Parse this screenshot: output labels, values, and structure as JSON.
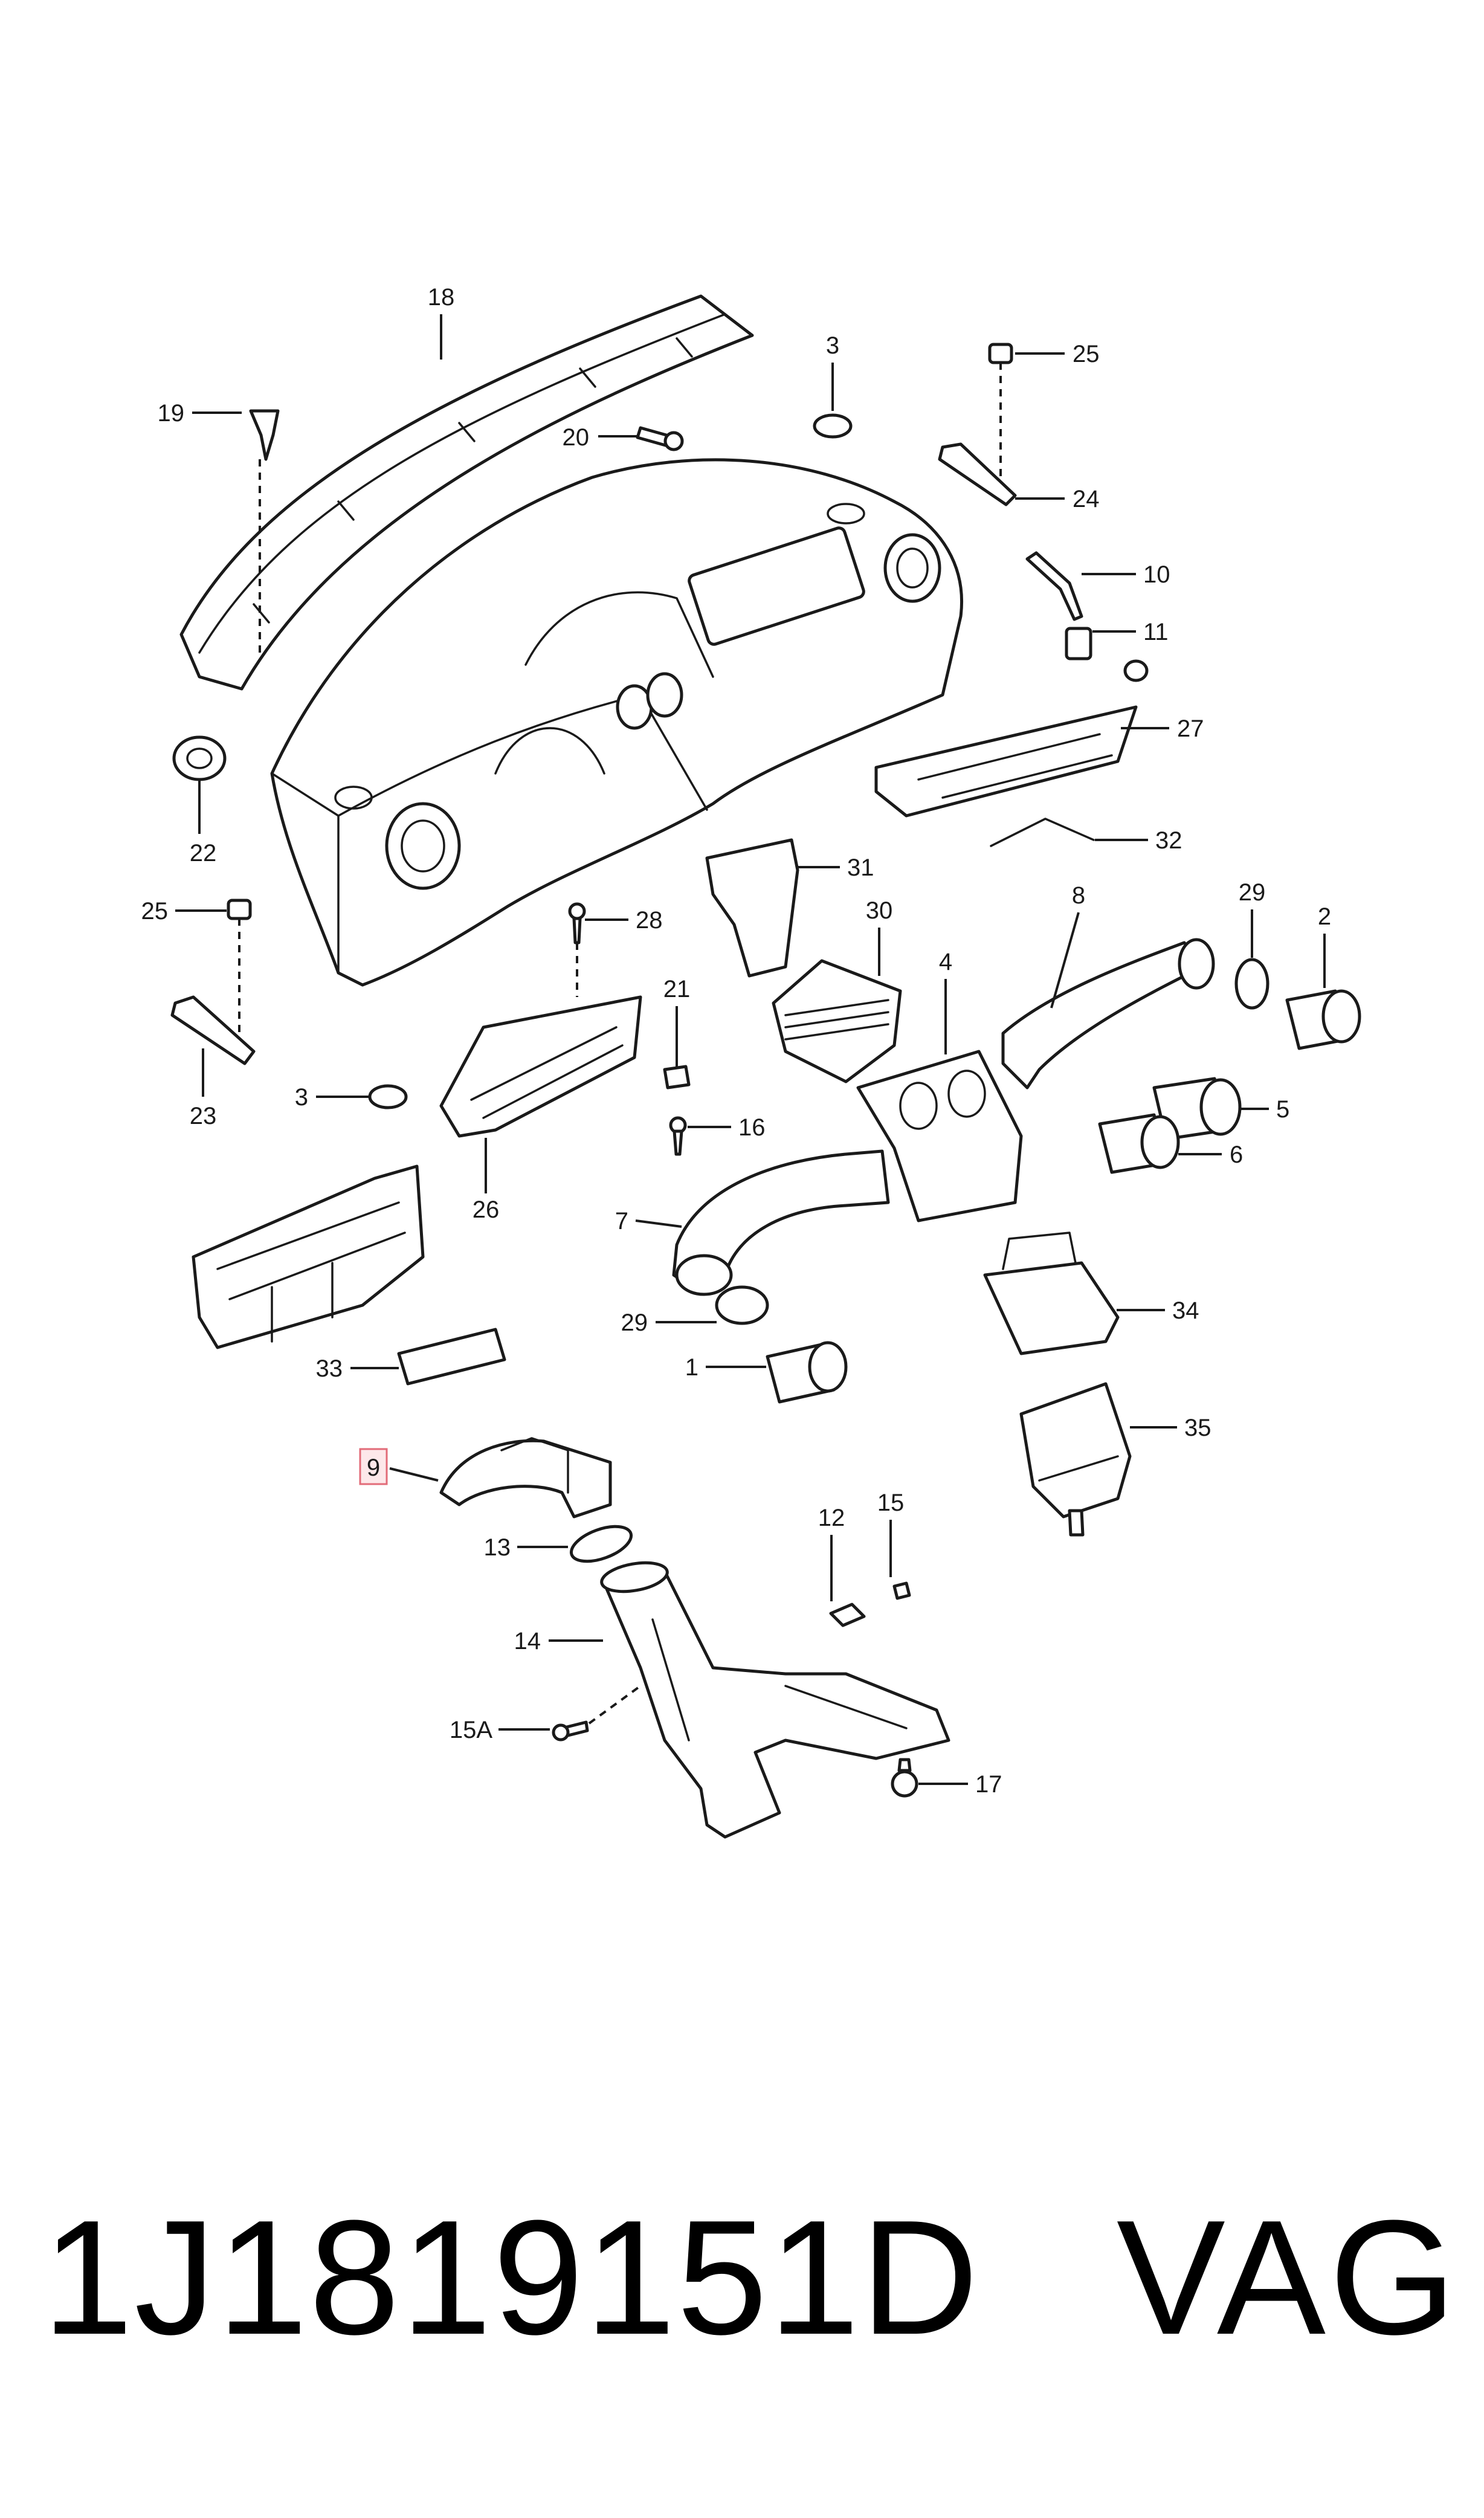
{
  "highlight_color": "#e26b78",
  "callouts": [
    {
      "id": "c18",
      "label": "18"
    },
    {
      "id": "c19",
      "label": "19"
    },
    {
      "id": "c20",
      "label": "20"
    },
    {
      "id": "c3a",
      "label": "3"
    },
    {
      "id": "c25a",
      "label": "25"
    },
    {
      "id": "c24",
      "label": "24"
    },
    {
      "id": "c10",
      "label": "10"
    },
    {
      "id": "c11",
      "label": "11"
    },
    {
      "id": "c27",
      "label": "27"
    },
    {
      "id": "c22",
      "label": "22"
    },
    {
      "id": "c32",
      "label": "32"
    },
    {
      "id": "c31",
      "label": "31"
    },
    {
      "id": "c25b",
      "label": "25"
    },
    {
      "id": "c28",
      "label": "28"
    },
    {
      "id": "c30",
      "label": "30"
    },
    {
      "id": "c8",
      "label": "8"
    },
    {
      "id": "c29a",
      "label": "29"
    },
    {
      "id": "c2",
      "label": "2"
    },
    {
      "id": "c4",
      "label": "4"
    },
    {
      "id": "c21",
      "label": "21"
    },
    {
      "id": "c23",
      "label": "23"
    },
    {
      "id": "c3b",
      "label": "3"
    },
    {
      "id": "c16",
      "label": "16"
    },
    {
      "id": "c5",
      "label": "5"
    },
    {
      "id": "c6",
      "label": "6"
    },
    {
      "id": "c26",
      "label": "26"
    },
    {
      "id": "c7",
      "label": "7"
    },
    {
      "id": "c34",
      "label": "34"
    },
    {
      "id": "c29b",
      "label": "29"
    },
    {
      "id": "c1",
      "label": "1"
    },
    {
      "id": "c33",
      "label": "33"
    },
    {
      "id": "c35",
      "label": "35"
    },
    {
      "id": "c9",
      "label": "9",
      "highlighted": true
    },
    {
      "id": "c12",
      "label": "12"
    },
    {
      "id": "c15",
      "label": "15"
    },
    {
      "id": "c13",
      "label": "13"
    },
    {
      "id": "c14",
      "label": "14"
    },
    {
      "id": "c15A",
      "label": "15A"
    },
    {
      "id": "c17",
      "label": "17"
    }
  ],
  "footer": {
    "part_number": "1J1819151D",
    "brand": "VAG"
  }
}
